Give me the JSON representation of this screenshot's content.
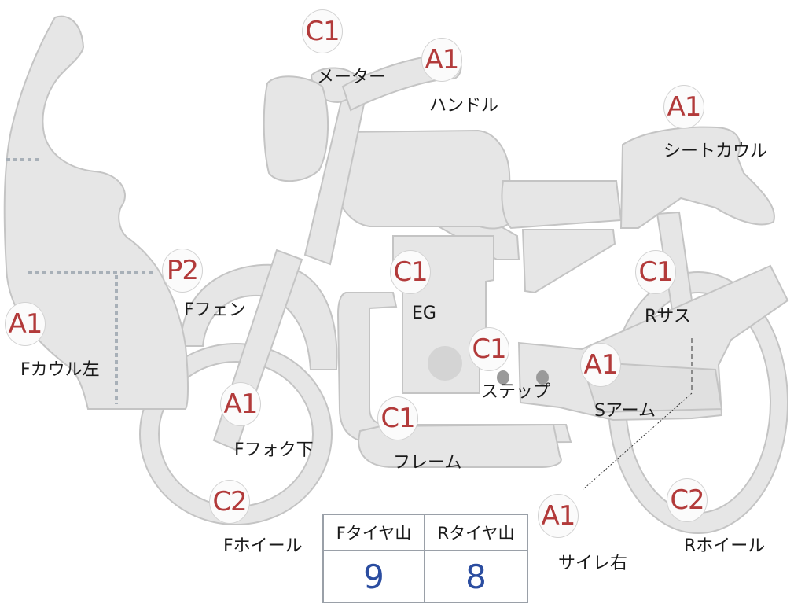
{
  "parts": [
    {
      "id": "meter",
      "grade": "C1",
      "name": "メーター"
    },
    {
      "id": "handle",
      "grade": "A1",
      "name": "ハンドル"
    },
    {
      "id": "seat-cowl",
      "grade": "A1",
      "name": "シートカウル"
    },
    {
      "id": "f-fender",
      "grade": "P2",
      "name": "Fフェン"
    },
    {
      "id": "engine",
      "grade": "C1",
      "name": "EG"
    },
    {
      "id": "r-suspension",
      "grade": "C1",
      "name": "Rサス"
    },
    {
      "id": "f-cowl-left",
      "grade": "A1",
      "name": "Fカウル左"
    },
    {
      "id": "step",
      "grade": "C1",
      "name": "ステップ"
    },
    {
      "id": "swing-arm",
      "grade": "A1",
      "name": "Sアーム"
    },
    {
      "id": "f-fork-lower",
      "grade": "A1",
      "name": "Fフォク下"
    },
    {
      "id": "frame",
      "grade": "C1",
      "name": "フレーム"
    },
    {
      "id": "f-wheel",
      "grade": "C2",
      "name": "Fホイール"
    },
    {
      "id": "silencer-right",
      "grade": "A1",
      "name": "サイレ右"
    },
    {
      "id": "r-wheel",
      "grade": "C2",
      "name": "Rホイール"
    }
  ],
  "tire_tread": {
    "front_label": "Fタイヤ山",
    "rear_label": "Rタイヤ山",
    "front_value": "9",
    "rear_value": "8"
  },
  "colors": {
    "grade_text": "#b23a3a",
    "tread_value": "#2b4da0",
    "part_fill": "#e6e6e6",
    "part_stroke": "#c2c2c2"
  }
}
